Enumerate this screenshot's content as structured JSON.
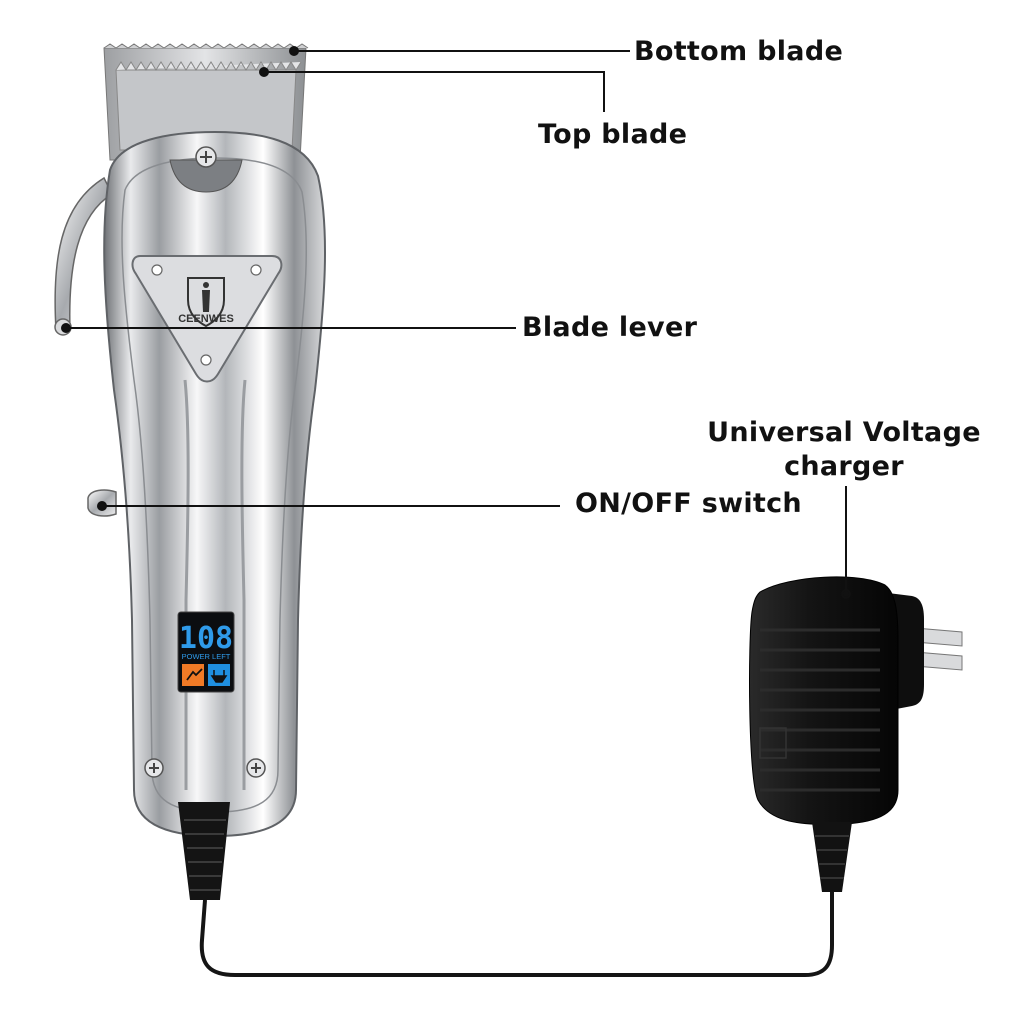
{
  "labels": {
    "bottom_blade": "Bottom blade",
    "top_blade": "Top blade",
    "blade_lever": "Blade lever",
    "on_off_switch": "ON/OFF switch",
    "charger_line1": "Universal Voltage",
    "charger_line2": "charger"
  },
  "product": {
    "brand": "CEENWES",
    "lcd_digits": "108",
    "lcd_caption": "POWER LEFT"
  },
  "colors": {
    "leader_line": "#111111",
    "lcd_digit": "#2f9bea",
    "lcd_orange": "#f07a26",
    "lcd_blue": "#1f8fe0",
    "cord": "#151515"
  },
  "icons": [
    "screw-icon",
    "figure-emblem-icon",
    "plug-icon"
  ]
}
